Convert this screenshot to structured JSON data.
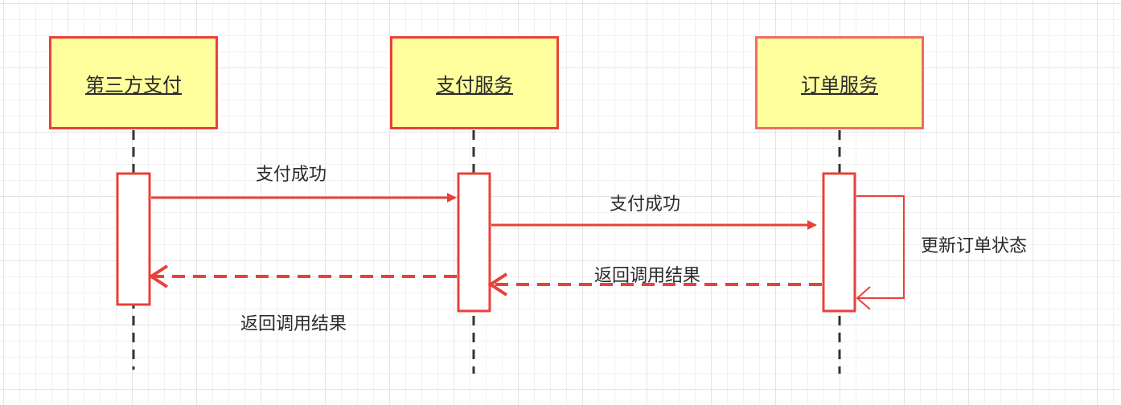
{
  "participants": [
    {
      "id": "third_party",
      "label": "第三方支付"
    },
    {
      "id": "payment_service",
      "label": "支付服务"
    },
    {
      "id": "order_service",
      "label": "订单服务"
    }
  ],
  "messages": [
    {
      "from": "第三方支付",
      "to": "支付服务",
      "label": "支付成功",
      "style": "solid"
    },
    {
      "from": "支付服务",
      "to": "订单服务",
      "label": "支付成功",
      "style": "solid"
    },
    {
      "from": "订单服务",
      "to": "订单服务",
      "label": "更新订单状态",
      "style": "self"
    },
    {
      "from": "订单服务",
      "to": "支付服务",
      "label": "返回调用结果",
      "style": "dashed"
    },
    {
      "from": "支付服务",
      "to": "第三方支付",
      "label": "返回调用结果",
      "style": "dashed"
    }
  ],
  "colors": {
    "stroke": "#e8413a",
    "stroke_light": "#ef6b66",
    "fill": "#ffff9e",
    "lifeline": "#333333"
  }
}
